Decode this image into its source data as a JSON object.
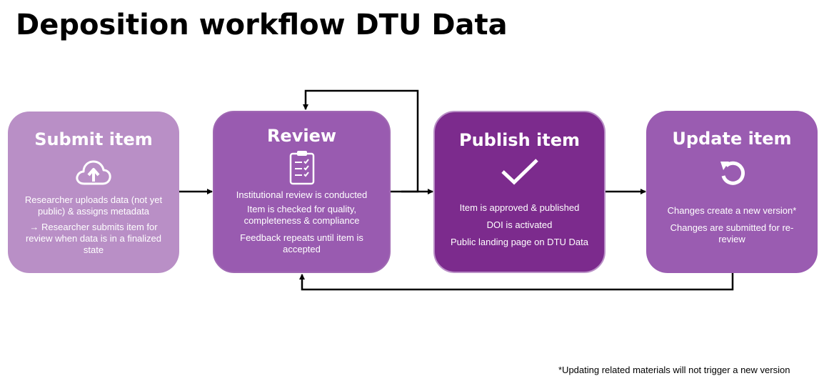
{
  "title": "Deposition workflow DTU Data",
  "colors": {
    "submit_fill": "#b98fc6",
    "review_fill": "#995bb0",
    "publish_fill": "#7c2b8d",
    "update_fill": "#9a5cb1",
    "arrow": "#000000"
  },
  "steps": [
    {
      "title": "Submit item",
      "icon": "cloud-upload-icon",
      "lines": [
        "Researcher uploads data (not yet public) & assigns metadata",
        "→ Researcher submits item for review when data is in a finalized state"
      ]
    },
    {
      "title": "Review",
      "icon": "clipboard-checklist-icon",
      "lines": [
        "Institutional review is conducted",
        "Item is checked for quality, completeness & compliance",
        "Feedback repeats until item is accepted"
      ]
    },
    {
      "title": "Publish item",
      "icon": "checkmark-icon",
      "lines": [
        "Item is approved & published",
        "DOI is activated",
        "Public landing page on DTU Data"
      ]
    },
    {
      "title": "Update item",
      "icon": "refresh-icon",
      "lines": [
        "Changes create a new version*",
        "Changes are submitted for re-review"
      ]
    }
  ],
  "footnote": "*Updating related materials will not trigger a new version"
}
